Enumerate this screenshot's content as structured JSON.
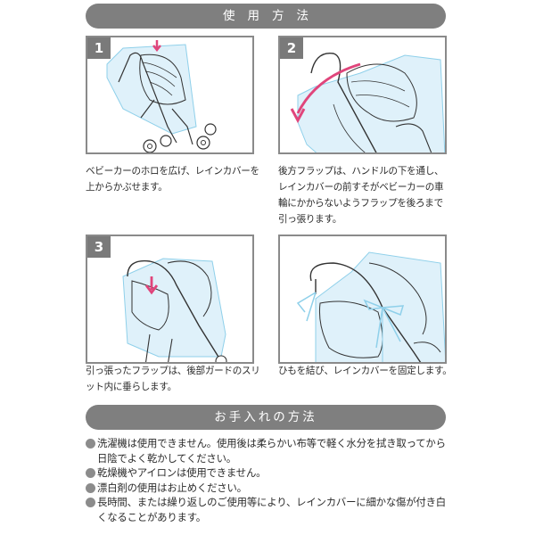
{
  "sections": {
    "usage_title": "使用方法",
    "care_title": "お手入れの方法"
  },
  "steps": [
    {
      "number": "1",
      "caption": "ベビーカーのホロを広げ、レインカバーを上からかぶせます。",
      "arrow": "down-arrow",
      "arrow_color": "#e0457b"
    },
    {
      "number": "2",
      "caption": "後方フラップは、ハンドルの下を通し、レインカバーの前すそがベビーカーの車輪にかからないようフラップを後ろまで引っ張ります。",
      "arrow": "curved-down-arrow",
      "arrow_color": "#e0457b"
    },
    {
      "number": "3",
      "caption": "引っ張ったフラップは、後部ガードのスリット内に垂らします。",
      "arrow": "down-arrow",
      "arrow_color": "#e0457b"
    },
    {
      "number": "",
      "caption": "ひもを結び、レインカバーを固定します。",
      "arrow": "",
      "arrow_color": ""
    }
  ],
  "care_items": [
    "洗濯機は使用できません。使用後は柔らかい布等で軽く水分を拭き取ってから日陰でよく乾かしてください。",
    "乾燥機やアイロンは使用できません。",
    "漂白剤の使用はお止めください。",
    "長時間、または繰り返しのご使用等により、レインカバーに細かな傷が付き白くなることがあります。"
  ],
  "colors": {
    "bar_gray": "#7f7f7f",
    "badge_gray": "#7a7a7a",
    "cover_blue": "#8fd0ea",
    "cover_fill": "#dff1fa",
    "arrow_pink": "#e0457b",
    "bullet_gray": "#8c8c8c"
  }
}
